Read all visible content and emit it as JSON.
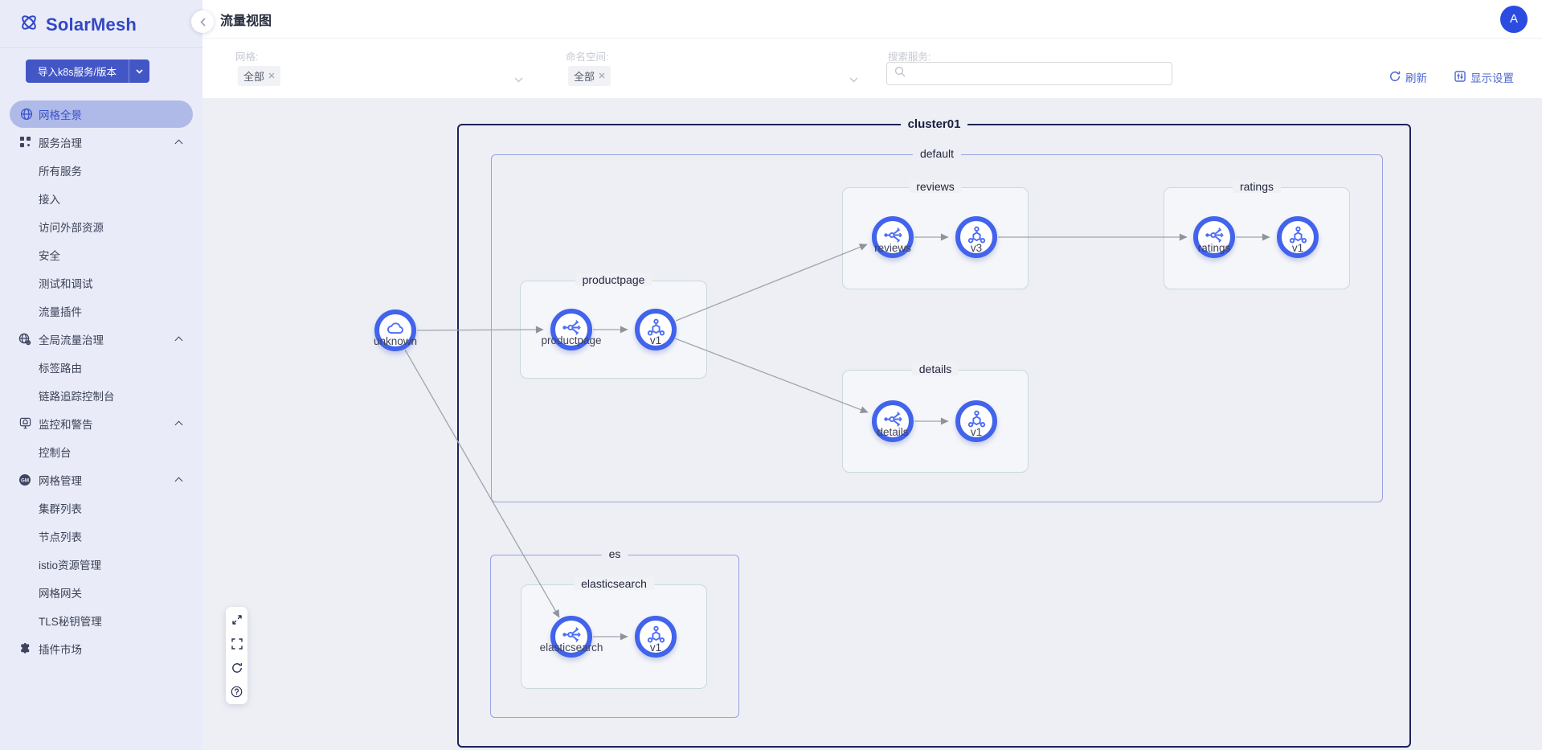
{
  "sidebar": {
    "brand": "SolarMesh",
    "import_button": "导入k8s服务/版本",
    "items": [
      {
        "label": "网格全景",
        "icon": "globe-icon",
        "type": "single",
        "active": true
      },
      {
        "label": "服务治理",
        "icon": "service-governance-icon",
        "type": "group",
        "expanded": true
      },
      {
        "label": "所有服务",
        "type": "child"
      },
      {
        "label": "接入",
        "type": "child"
      },
      {
        "label": "访问外部资源",
        "type": "child"
      },
      {
        "label": "安全",
        "type": "child"
      },
      {
        "label": "测试和调试",
        "type": "child"
      },
      {
        "label": "流量插件",
        "type": "child"
      },
      {
        "label": "全局流量治理",
        "icon": "global-traffic-icon",
        "type": "group",
        "expanded": true
      },
      {
        "label": "标签路由",
        "type": "child"
      },
      {
        "label": "链路追踪控制台",
        "type": "child"
      },
      {
        "label": "监控和警告",
        "icon": "monitor-alert-icon",
        "type": "group",
        "expanded": true
      },
      {
        "label": "控制台",
        "type": "child"
      },
      {
        "label": "网格管理",
        "icon": "mesh-manage-badge-icon",
        "type": "group",
        "expanded": true
      },
      {
        "label": "集群列表",
        "type": "child"
      },
      {
        "label": "节点列表",
        "type": "child"
      },
      {
        "label": "istio资源管理",
        "type": "child"
      },
      {
        "label": "网格网关",
        "type": "child"
      },
      {
        "label": "TLS秘钥管理",
        "type": "child"
      },
      {
        "label": "插件市场",
        "icon": "plugin-market-icon",
        "type": "single"
      }
    ]
  },
  "header": {
    "title": "流量视图",
    "avatar_initial": "A"
  },
  "filters": {
    "mesh": {
      "label": "网格:",
      "value": "全部"
    },
    "namespace": {
      "label": "命名空间:",
      "value": "全部"
    },
    "search": {
      "label": "搜索服务:",
      "value": "",
      "placeholder": ""
    },
    "refresh_label": "刷新",
    "display_settings_label": "显示设置"
  },
  "canvas": {
    "boxes": [
      {
        "label": "cluster01",
        "kind": "cluster"
      },
      {
        "label": "default",
        "kind": "namespace"
      },
      {
        "label": "es",
        "kind": "namespace"
      }
    ],
    "groups": [
      {
        "label": "productpage"
      },
      {
        "label": "reviews"
      },
      {
        "label": "ratings"
      },
      {
        "label": "details"
      },
      {
        "label": "elasticsearch"
      }
    ],
    "nodes": [
      {
        "label": "unknown",
        "icon": "cloud-icon",
        "kind": "external"
      },
      {
        "label": "productpage",
        "icon": "service-icon",
        "kind": "service"
      },
      {
        "label": "v1",
        "icon": "workload-icon",
        "kind": "workload"
      },
      {
        "label": "reviews",
        "icon": "service-icon",
        "kind": "service"
      },
      {
        "label": "v3",
        "icon": "workload-icon",
        "kind": "workload"
      },
      {
        "label": "ratings",
        "icon": "service-icon",
        "kind": "service"
      },
      {
        "label": "v1",
        "icon": "workload-icon",
        "kind": "workload"
      },
      {
        "label": "details",
        "icon": "service-icon",
        "kind": "service"
      },
      {
        "label": "v1",
        "icon": "workload-icon",
        "kind": "workload"
      },
      {
        "label": "elasticsearch",
        "icon": "service-icon",
        "kind": "service"
      },
      {
        "label": "v1",
        "icon": "workload-icon",
        "kind": "workload"
      }
    ],
    "edges": [
      {
        "from": "unknown",
        "to": "productpage"
      },
      {
        "from": "productpage",
        "to": "productpage/v1"
      },
      {
        "from": "productpage/v1",
        "to": "reviews"
      },
      {
        "from": "productpage/v1",
        "to": "details"
      },
      {
        "from": "reviews",
        "to": "reviews/v3"
      },
      {
        "from": "reviews/v3",
        "to": "ratings"
      },
      {
        "from": "ratings",
        "to": "ratings/v1"
      },
      {
        "from": "details",
        "to": "details/v1"
      },
      {
        "from": "unknown",
        "to": "elasticsearch"
      },
      {
        "from": "elasticsearch",
        "to": "elasticsearch/v1"
      }
    ],
    "toolbar": [
      "expand",
      "fullscreen",
      "refresh",
      "help"
    ]
  },
  "colors": {
    "accent_blue": "#4263eb",
    "brand_blue": "#3247c5",
    "cluster_border": "#1c2457",
    "namespace_border": "#97a2e1",
    "group_border": "#c9dad8",
    "edge_gray": "#9aa0aa",
    "sidebar_bg": "#e9ecf8",
    "selected_pill": "#afbae9",
    "avatar_bg": "#2c4be0",
    "link_blue": "#5069cf"
  }
}
